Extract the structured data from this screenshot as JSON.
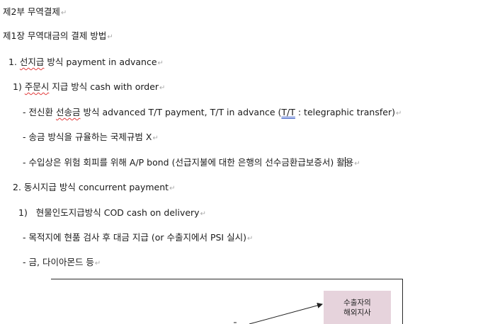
{
  "doc": {
    "part_title": "제2부 무역결제",
    "chapter_title": "제1장 무역대금의 결제 방법",
    "s1": {
      "num": "1.",
      "korean_wavy": "선지급",
      "rest": " 방식 payment in advance"
    },
    "s1_1": {
      "num": "1)",
      "korean_wavy": "주문시",
      "rest": " 지급 방식 cash with order"
    },
    "b1": {
      "dash": "-",
      "a": "전신환",
      "b_wavy": "선송금",
      "c": " 방식 advanced T/T payment, T/T in advance (",
      "d_dbl": "T/T",
      "e": " : telegraphic transfer)"
    },
    "b2": {
      "dash": "-",
      "text": "송금 방식을 규율하는 국제규범 X"
    },
    "b3": {
      "dash": "-",
      "before_caret": "수입상은 위험 회피를 위해 A/P bond (선급지불에 대한 은행의 선수금환급보증서) 활",
      "after_caret": "용"
    },
    "s2": {
      "num": "2.",
      "text": "동시지급 방식 concurrent payment"
    },
    "s2_1": {
      "num": "1)",
      "text": "현물인도지급방식 COD cash on delivery"
    },
    "b4": {
      "dash": "-",
      "text": "목적지에 현품 검사 후 대금 지급 (or 수출지에서 PSI 실시)"
    },
    "b5": {
      "dash": "-",
      "text": "금, 다이아몬드 등"
    },
    "paragraph_mark": "↵"
  },
  "diagram": {
    "box_line1": "수출자의",
    "box_line2": "해외지사"
  }
}
